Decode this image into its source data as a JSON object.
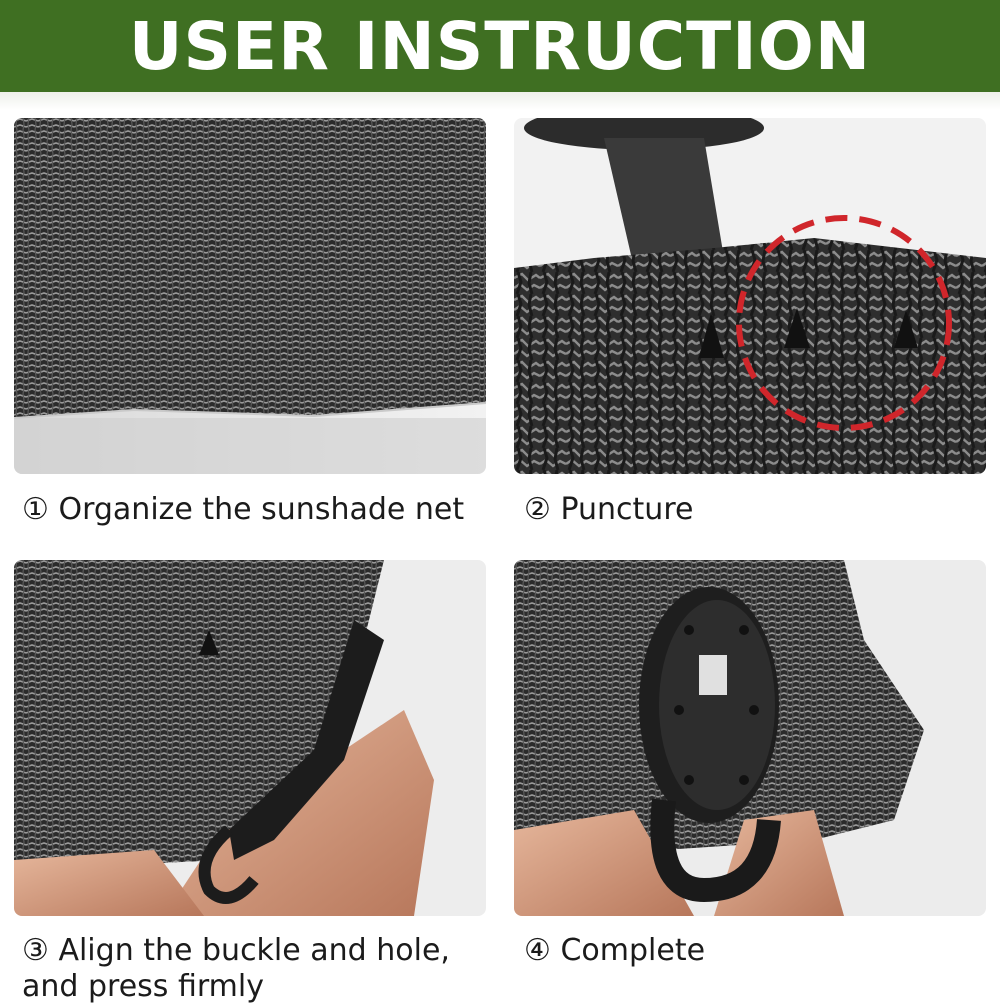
{
  "header": {
    "title": "USER INSTRUCTION"
  },
  "steps": [
    {
      "number": "①",
      "text": "Organize the sunshade net"
    },
    {
      "number": "②",
      "text": "Puncture"
    },
    {
      "number": "③",
      "text": "Align the buckle and hole,",
      "text_line2": "and press firmly"
    },
    {
      "number": "④",
      "text": "Complete"
    }
  ],
  "colors": {
    "banner": "#3f6f22",
    "highlight": "#d0262b",
    "net": "#2a2a2a"
  }
}
